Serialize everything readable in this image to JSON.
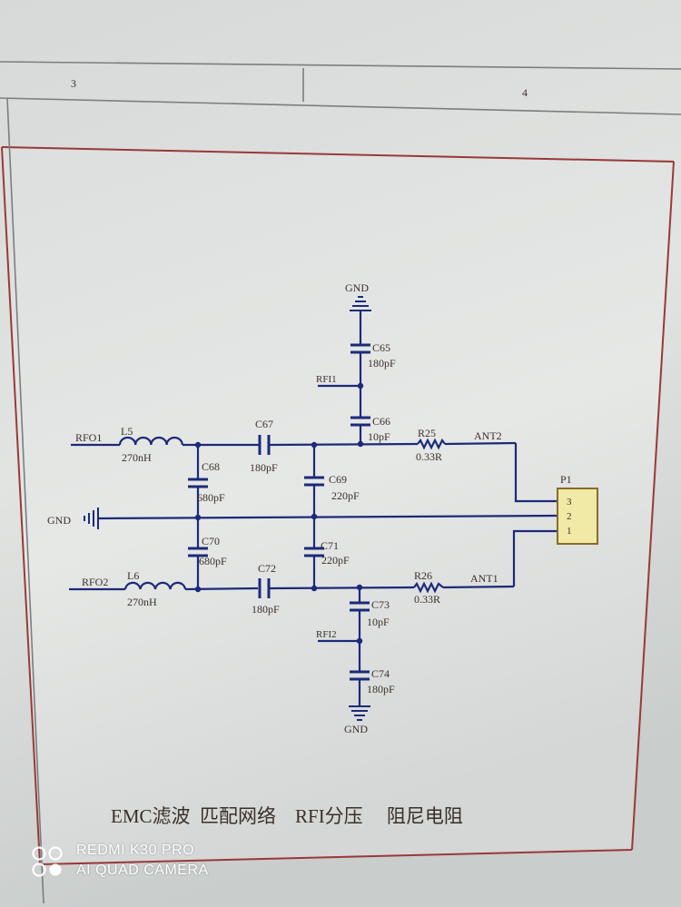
{
  "sheet": {
    "zone_left": "3",
    "zone_right": "4",
    "caption": "EMC滤波  匹配网络    RFI分压     阻尼电阻"
  },
  "nets": {
    "rfo1": "RFO1",
    "rfo2": "RFO2",
    "gnd_left": "GND",
    "gnd_top": "GND",
    "gnd_bottom": "GND",
    "rfi1": "RFI1",
    "rfi2": "RFI2",
    "ant1": "ANT1",
    "ant2": "ANT2"
  },
  "components": {
    "L5": {
      "ref": "L5",
      "value": "270nH"
    },
    "L6": {
      "ref": "L6",
      "value": "270nH"
    },
    "C65": {
      "ref": "C65",
      "value": "180pF"
    },
    "C66": {
      "ref": "C66",
      "value": "10pF"
    },
    "C67": {
      "ref": "C67",
      "value": "180pF"
    },
    "C68": {
      "ref": "C68",
      "value": "680pF"
    },
    "C69": {
      "ref": "C69",
      "value": "220pF"
    },
    "C70": {
      "ref": "C70",
      "value": "680pF"
    },
    "C71": {
      "ref": "C71",
      "value": "220pF"
    },
    "C72": {
      "ref": "C72",
      "value": "180pF"
    },
    "C73": {
      "ref": "C73",
      "value": "10pF"
    },
    "C74": {
      "ref": "C74",
      "value": "180pF"
    },
    "R25": {
      "ref": "R25",
      "value": "0.33R"
    },
    "R26": {
      "ref": "R26",
      "value": "0.33R"
    },
    "P1": {
      "ref": "P1",
      "pins": [
        "3",
        "2",
        "1"
      ]
    }
  },
  "camera_watermark": {
    "line1": "REDMI K30 PRO",
    "line2": "AI QUAD CAMERA"
  }
}
